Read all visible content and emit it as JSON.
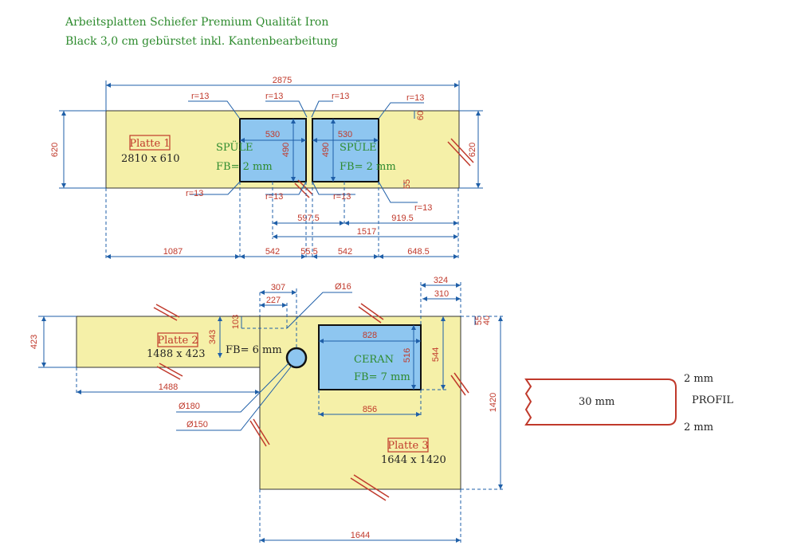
{
  "title": {
    "line1": "Arbeitsplatten Schiefer Premium Qualität Iron",
    "line2": "Black 3,0 cm gebürstet inkl. Kantenbearbeitung"
  },
  "colors": {
    "slab": "#f5f0a8",
    "cutout": "#8ec6f0",
    "dimension": "#1f5fa8",
    "text_red": "#c0392b",
    "text_green": "#2e8b2e",
    "joint": "#c0392b"
  },
  "platte1": {
    "name": "Platte 1",
    "size": "2810 x 610",
    "sink_label": "SPÜLE",
    "sink_fb": "FB= 2 mm",
    "dims": {
      "total": "2875",
      "h_left": "620",
      "h_right": "620",
      "sink_w": "530",
      "sink_h": "490",
      "r13": "r=13",
      "d597": "597.5",
      "d919": "919.5",
      "d1517": "1517",
      "b1087": "1087",
      "b542": "542",
      "b555": "55.5",
      "b6485": "648.5",
      "s55": "55",
      "s60": "60"
    }
  },
  "platte2": {
    "name": "Platte 2",
    "size": "1488 x 423",
    "fb": "FB= 6 mm",
    "dims": {
      "h423": "423",
      "h343": "343",
      "h103": "103",
      "w1488": "1488",
      "w307": "307",
      "w227": "227",
      "d16": "Ø16",
      "d180": "Ø180",
      "d150": "Ø150"
    }
  },
  "platte3": {
    "name": "Platte 3",
    "size": "1644 x 1420",
    "ceran_label": "CERAN",
    "ceran_fb": "FB= 7 mm",
    "dims": {
      "w828": "828",
      "h516": "516",
      "h544": "544",
      "w856": "856",
      "w324": "324",
      "w310": "310",
      "h1420": "1420",
      "w1644": "1644",
      "s55": "55",
      "s40": "40"
    }
  },
  "profil": {
    "label": "PROFIL",
    "thickness": "30 mm",
    "edge_top": "2 mm",
    "edge_bottom": "2 mm"
  }
}
